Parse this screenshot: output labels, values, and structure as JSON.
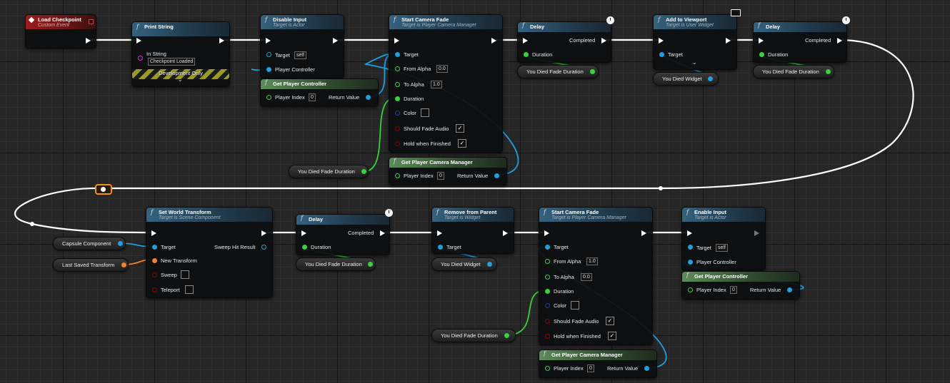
{
  "colors": {
    "exec": "#ffffff",
    "object": "#1f9fe0",
    "float": "#38d23a",
    "string": "#e81ae8",
    "struct_transform": "#f2812e",
    "bool": "#8f0000",
    "color_struct": "#1b3dbb",
    "reroute": "#e8941f"
  },
  "nodes": {
    "load_checkpoint": {
      "title": "Load Checkpoint",
      "subtitle": "Custom Event"
    },
    "print_string": {
      "title": "Print String",
      "in_string_label": "In String",
      "in_string_value": "Checkpoint Loaded",
      "dev_only": "Development Only"
    },
    "disable_input": {
      "title": "Disable Input",
      "subtitle": "Target is Actor",
      "target_label": "Target",
      "target_value": "self",
      "pc_label": "Player Controller"
    },
    "get_pc_1": {
      "title": "Get Player Controller",
      "index_label": "Player Index",
      "index_value": "0",
      "ret_label": "Return Value"
    },
    "fade_1": {
      "title": "Start Camera Fade",
      "subtitle": "Target is Player Camera Manager",
      "target_label": "Target",
      "from_label": "From Alpha",
      "from_value": "0.0",
      "to_label": "To Alpha",
      "to_value": "1.0",
      "duration_label": "Duration",
      "color_label": "Color",
      "audio_label": "Should Fade Audio",
      "hold_label": "Hold when Finished"
    },
    "get_pcm_1": {
      "title": "Get Player Camera Manager",
      "index_label": "Player Index",
      "index_value": "0",
      "ret_label": "Return Value"
    },
    "delay_1": {
      "title": "Delay",
      "completed_label": "Completed",
      "duration_label": "Duration"
    },
    "add_viewport": {
      "title": "Add to Viewport",
      "subtitle": "Target is User Widget",
      "target_label": "Target"
    },
    "delay_2": {
      "title": "Delay",
      "completed_label": "Completed",
      "duration_label": "Duration"
    },
    "set_world_transform": {
      "title": "Set World Transform",
      "subtitle": "Target is Scene Component",
      "target_label": "Target",
      "new_transform_label": "New Transform",
      "sweep_label": "Sweep",
      "teleport_label": "Teleport",
      "sweep_hit_label": "Sweep Hit Result"
    },
    "delay_3": {
      "title": "Delay",
      "completed_label": "Completed",
      "duration_label": "Duration"
    },
    "remove_parent": {
      "title": "Remove from Parent",
      "subtitle": "Target is Widget",
      "target_label": "Target"
    },
    "fade_2": {
      "title": "Start Camera Fade",
      "subtitle": "Target is Player Camera Manager",
      "target_label": "Target",
      "from_label": "From Alpha",
      "from_value": "1.0",
      "to_label": "To Alpha",
      "to_value": "0.0",
      "duration_label": "Duration",
      "color_label": "Color",
      "audio_label": "Should Fade Audio",
      "hold_label": "Hold when Finished"
    },
    "get_pcm_2": {
      "title": "Get Player Camera Manager",
      "index_label": "Player Index",
      "index_value": "0",
      "ret_label": "Return Value"
    },
    "enable_input": {
      "title": "Enable Input",
      "subtitle": "Target is Actor",
      "target_label": "Target",
      "target_value": "self",
      "pc_label": "Player Controller"
    },
    "get_pc_2": {
      "title": "Get Player Controller",
      "index_label": "Player Index",
      "index_value": "0",
      "ret_label": "Return Value"
    }
  },
  "variables": {
    "fade_duration": "You Died Fade Duration",
    "widget": "You Died Widget",
    "capsule": "Capsule Component",
    "last_transform": "Last Saved Transform"
  },
  "icons": {
    "function": "function-icon",
    "event": "event-icon",
    "latent": "clock-icon",
    "client_only": "monitor-icon",
    "advanced": "chevron-down-icon"
  },
  "symbols": {
    "function_glyph": "f",
    "check": "✓",
    "chevron": "⌄"
  }
}
